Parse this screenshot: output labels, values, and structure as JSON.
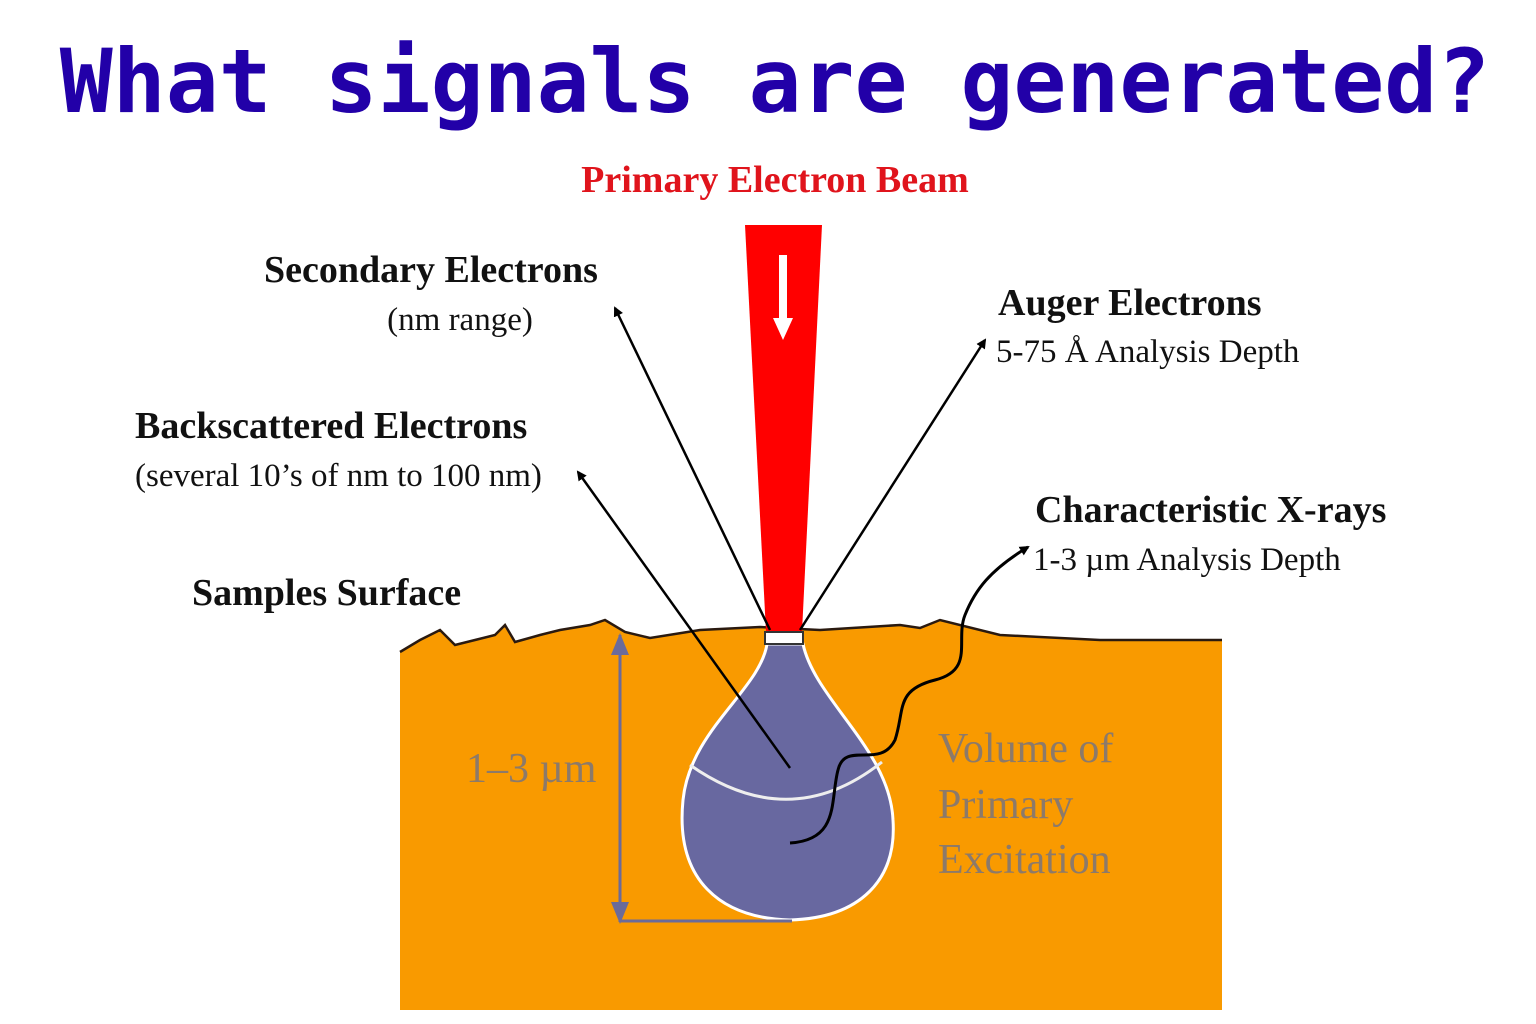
{
  "title": "What signals are generated?",
  "colors": {
    "title": "#2200a8",
    "beam": "#ff0000",
    "sample": "#f99a00",
    "volume": "#6868a0",
    "muted_text": "#8c7a6a"
  },
  "labels": {
    "beam": "Primary Electron Beam",
    "secondary": "Secondary Electrons",
    "secondary_sub": "(nm range)",
    "auger": "Auger Electrons",
    "auger_sub": "5-75 Å Analysis Depth",
    "backscattered": "Backscattered Electrons",
    "backscattered_sub": "(several 10’s of nm to 100 nm)",
    "xrays": "Characteristic X-rays",
    "xrays_sub": "1-3 µm Analysis Depth",
    "surface": "Samples Surface",
    "depth": "1–3 µm",
    "volume_line1": "Volume of",
    "volume_line2": "Primary",
    "volume_line3": "Excitation"
  }
}
